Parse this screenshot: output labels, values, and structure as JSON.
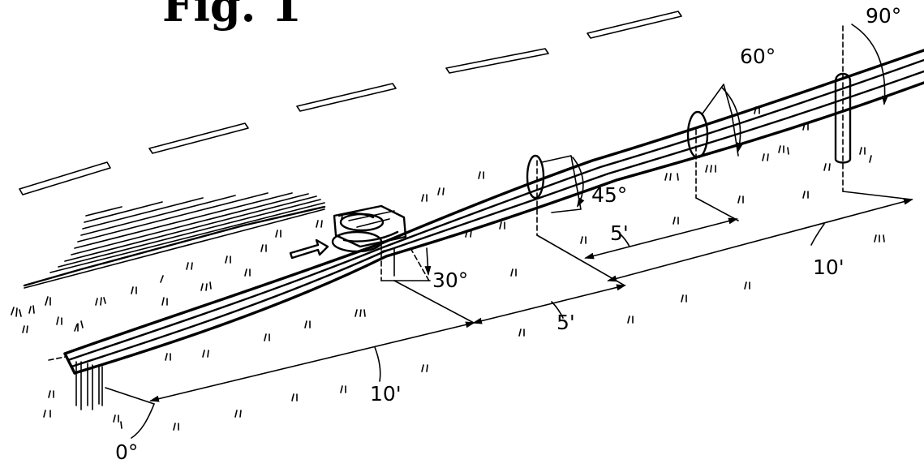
{
  "figure": {
    "title": "Fig. 1"
  },
  "labels": {
    "angle_0": "0°",
    "angle_30": "30°",
    "angle_45": "45°",
    "angle_60": "60°",
    "angle_90": "90°",
    "dim_10_front": "10'",
    "dim_5_front": "5'",
    "dim_5_back": "5'",
    "dim_10_back": "10'"
  }
}
